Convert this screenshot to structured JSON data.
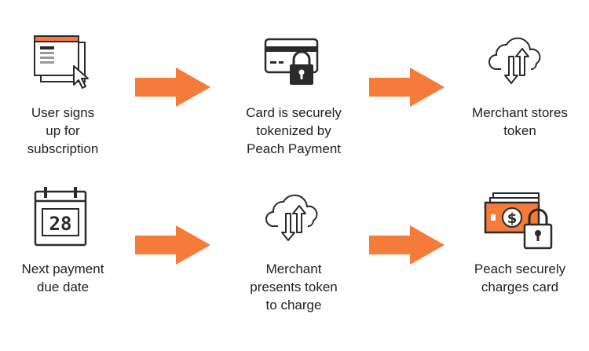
{
  "colors": {
    "accent": "#f47b3a",
    "icon_stroke": "#2a2a2a"
  },
  "rows": [
    {
      "steps": [
        {
          "icon": "subscription-window-cursor-icon",
          "label": "User signs\nup for\nsubscription"
        },
        {
          "icon": "credit-card-lock-icon",
          "label": "Card is securely\ntokenized by\nPeach Payment"
        },
        {
          "icon": "cloud-sync-icon",
          "label": "Merchant stores\ntoken"
        }
      ]
    },
    {
      "steps": [
        {
          "icon": "calendar-icon",
          "label": "Next payment\ndue date"
        },
        {
          "icon": "cloud-sync-icon",
          "label": "Merchant\npresents token\nto charge"
        },
        {
          "icon": "cash-lock-icon",
          "label": "Peach securely\ncharges card"
        }
      ]
    }
  ],
  "calendar": {
    "day": "28"
  }
}
